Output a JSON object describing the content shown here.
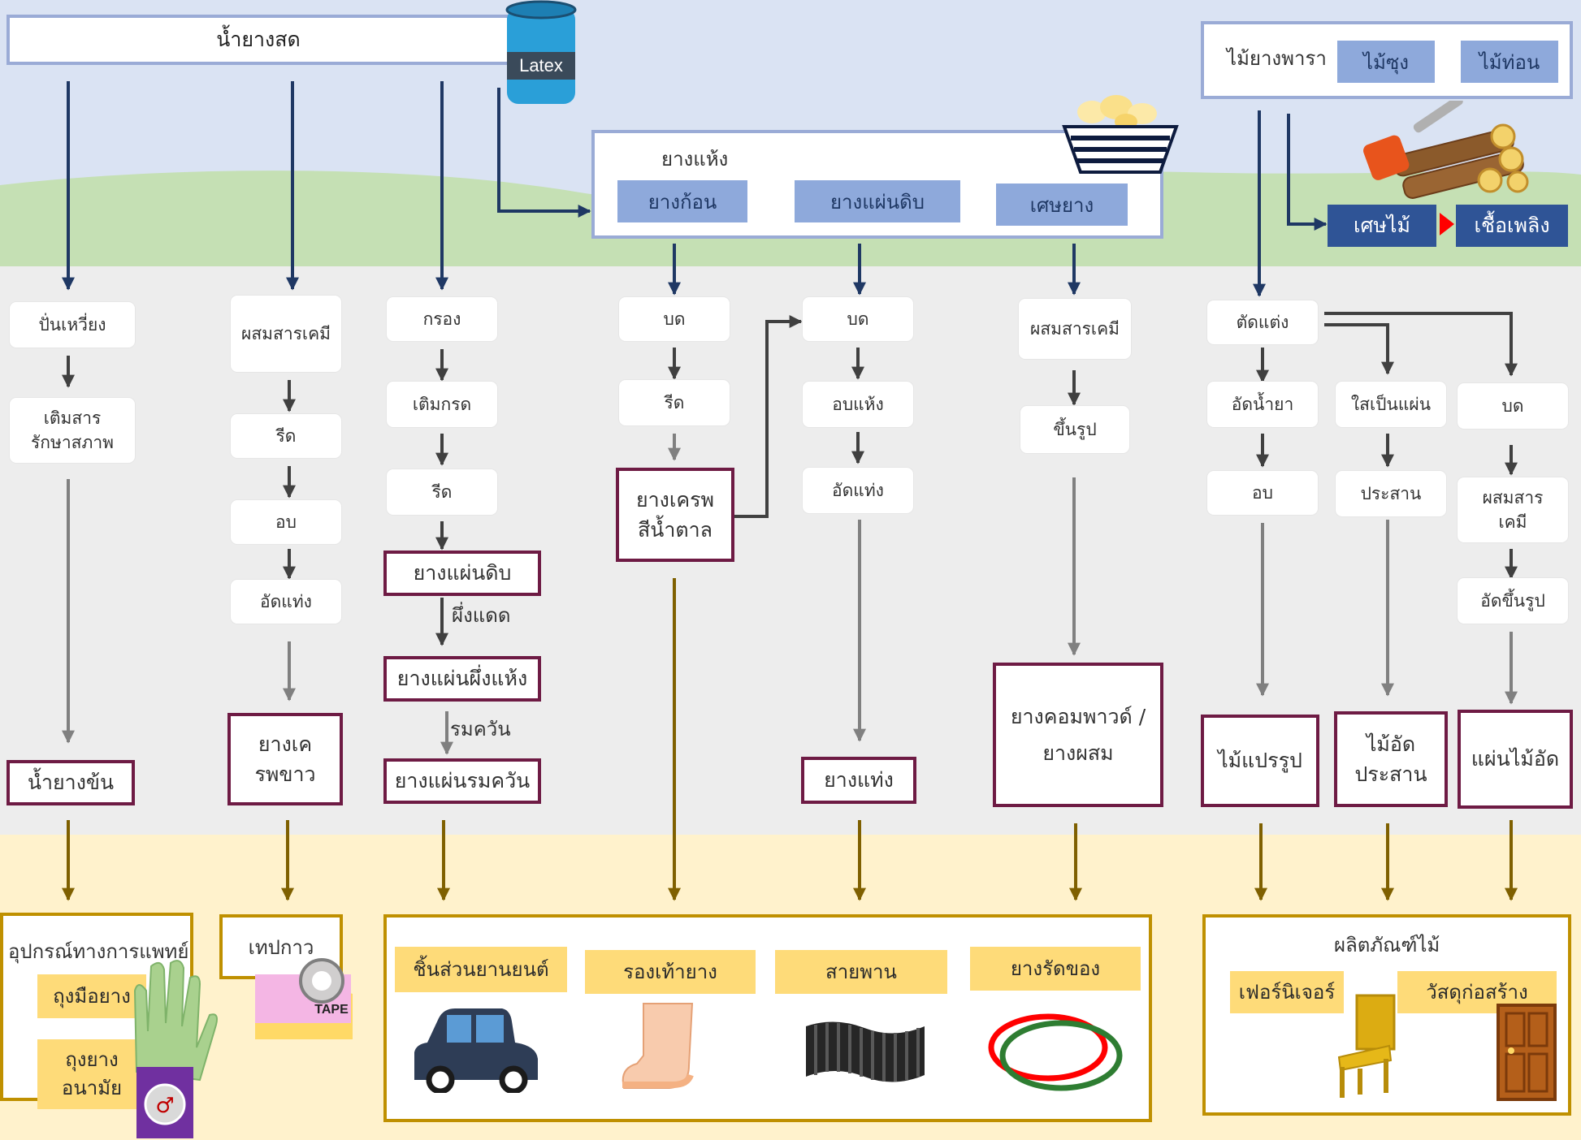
{
  "latex": {
    "title": "น้ำยางสด",
    "tank_label": "Latex"
  },
  "dry_rubber": {
    "title": "ยางแห้ง",
    "items": [
      "ยางก้อน",
      "ยางแผ่นดิบ",
      "เศษยาง"
    ]
  },
  "rubberwood": {
    "title": "ไม้ยางพารา",
    "items": [
      "ไม้ซุง",
      "ไม้ท่อน"
    ],
    "waste": "เศษไม้",
    "fuel": "เชื้อเพลิง"
  },
  "col1": {
    "steps": [
      "ปั่นเหวี่ยง",
      "เติมสารรักษาสภาพ"
    ],
    "output": "น้ำยางข้น",
    "product": "อุปกรณ์ทางการแพทย์",
    "items": [
      "ถุงมือยาง",
      "ถุงยางอนามัย"
    ]
  },
  "col2": {
    "steps": [
      "ผสมสารเคมี",
      "รีด",
      "อบ",
      "อัดแท่ง"
    ],
    "output": "ยางเครพขาว",
    "product": "เทปกาว",
    "tape_text": "TAPE"
  },
  "col3": {
    "steps": [
      "กรอง",
      "เติมกรด",
      "รีด"
    ],
    "out1": "ยางแผ่นดิบ",
    "label1": "ผึ่งแดด",
    "out2": "ยางแผ่นผึ่งแห้ง",
    "label2": "รมควัน",
    "out3": "ยางแผ่นรมควัน"
  },
  "col4": {
    "steps": [
      "บด",
      "รีด"
    ],
    "output": "ยางเครพสีน้ำตาล"
  },
  "col5": {
    "steps": [
      "บด",
      "อบแห้ง",
      "อัดแท่ง"
    ],
    "output": "ยางแท่ง"
  },
  "col6": {
    "steps": [
      "ผสมสารเคมี",
      "ขึ้นรูป"
    ],
    "output": "ยางคอมพาวด์ / ยางผสม"
  },
  "rubber_products": [
    "ชิ้นส่วนยานยนต์",
    "รองเท้ายาง",
    "สายพาน",
    "ยางรัดของ"
  ],
  "wood": {
    "col7": {
      "steps": [
        "ตัดแต่ง",
        "อัดน้ำยา",
        "อบ"
      ],
      "output": "ไม้แปรรูป"
    },
    "col8": {
      "steps": [
        "ใสเป็นแผ่น",
        "ประสาน"
      ],
      "output": "ไม้อัดประสาน"
    },
    "col9": {
      "steps": [
        "บด",
        "ผสมสารเคมี",
        "อัดขึ้นรูป"
      ],
      "output": "แผ่นไม้อัด"
    },
    "product": "ผลิตภัณฑ์ไม้",
    "items": [
      "เฟอร์นิเจอร์",
      "วัสดุก่อสร้าง"
    ]
  },
  "colors": {
    "sky": "#dae3f3",
    "hill": "#c5e0b4",
    "grey": "#ededed",
    "cream": "#fff2cc",
    "navy_arrow": "#1f3864",
    "grey_arrow": "#808080",
    "brown_arrow": "#7f6000",
    "output_border": "#6e1b44",
    "product_border": "#bf9000"
  }
}
